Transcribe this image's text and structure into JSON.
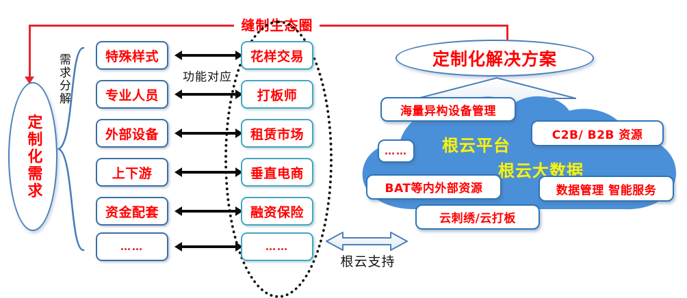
{
  "diagram": {
    "ecosystem_title": "缝制生态圈",
    "demand_ellipse": "定制化需求",
    "demand_split_label": "需求分解",
    "function_mapping_label": "功能对应",
    "solution_ellipse": "定制化解决方案",
    "support_label": "根云支持",
    "colors": {
      "red_text": "#ff0000",
      "red_line": "#e8242a",
      "blue_border": "#3a6ea5",
      "teal_border": "#41a6bd",
      "cloud_fill": "#4a90d9",
      "cloud_label_yellow": "#f2f511",
      "black_arrow": "#0c0c0c"
    }
  },
  "demand_items": [
    {
      "label": "特殊样式"
    },
    {
      "label": "专业人员"
    },
    {
      "label": "外部设备"
    },
    {
      "label": "上下游"
    },
    {
      "label": "资金配套"
    },
    {
      "label": "……"
    }
  ],
  "service_items": [
    {
      "label": "花样交易"
    },
    {
      "label": "打板师"
    },
    {
      "label": "租赁市场"
    },
    {
      "label": "垂直电商"
    },
    {
      "label": "融资保险"
    },
    {
      "label": "……"
    }
  ],
  "cloud": {
    "platform_label": "根云平台",
    "bigdata_label": "根云大数据",
    "callouts": [
      {
        "label": "海量异构设备管理"
      },
      {
        "label": "C2B/ B2B 资源"
      },
      {
        "label": "……"
      },
      {
        "label": "BAT等内外部资源"
      },
      {
        "label": "数据管理 智能服务"
      },
      {
        "label": "云刺绣/云打板"
      }
    ]
  }
}
